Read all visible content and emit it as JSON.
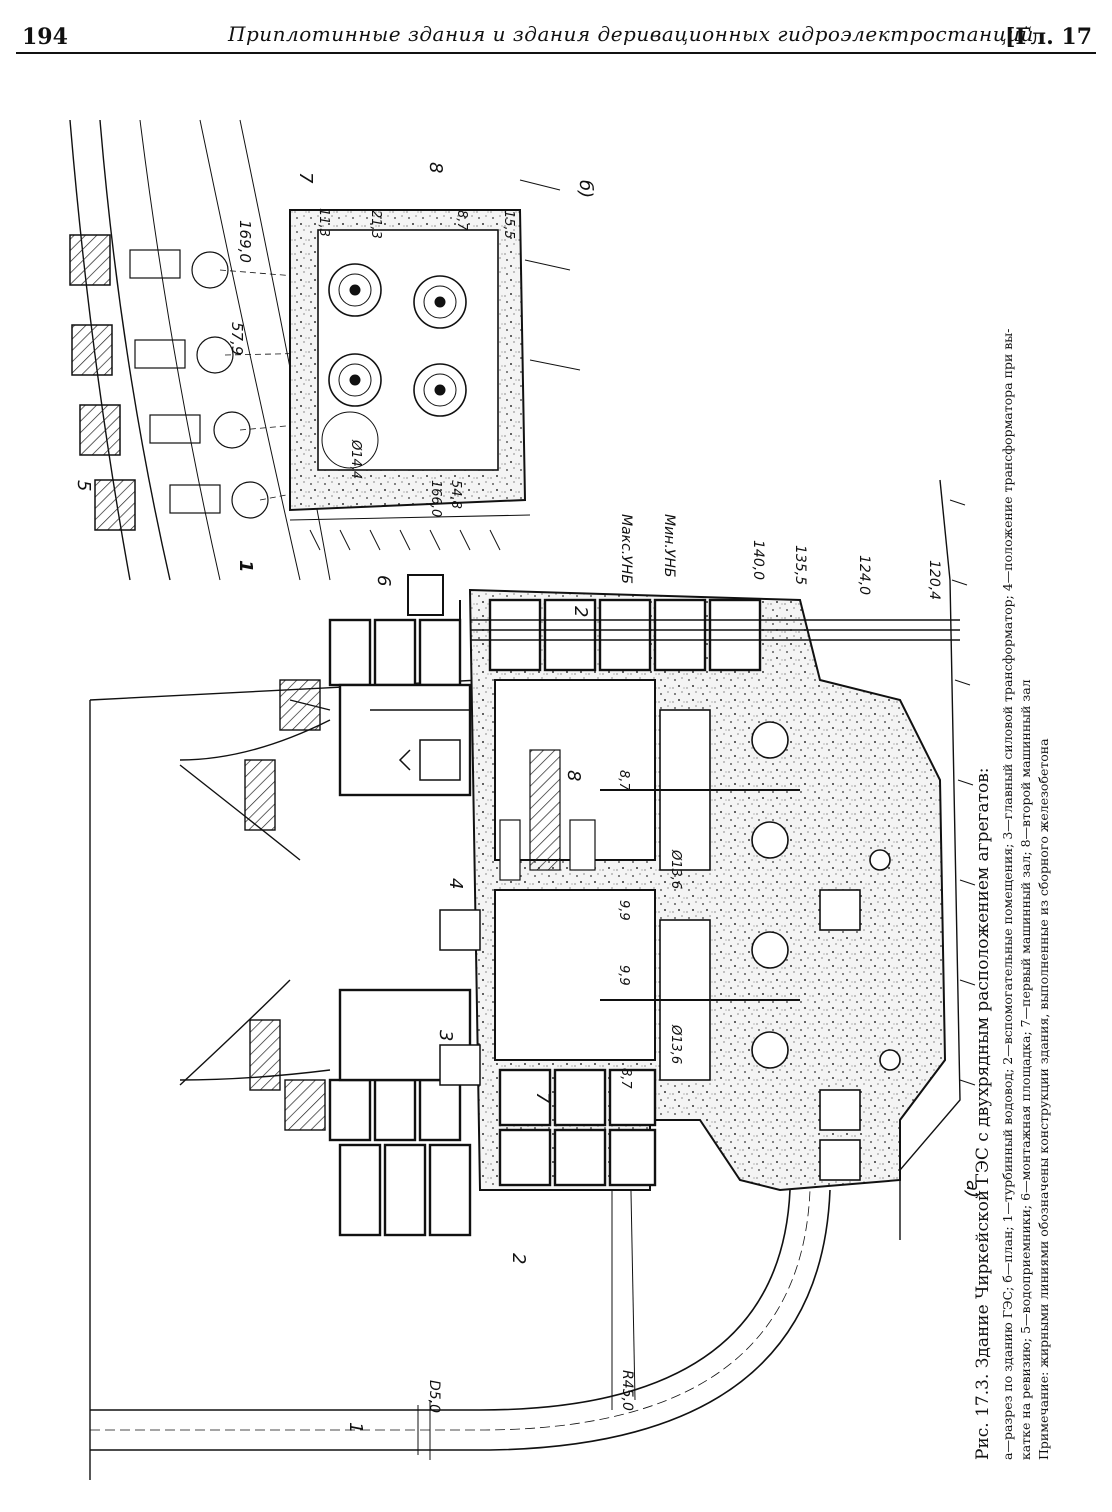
{
  "header": {
    "page_number": "194",
    "running_title": "Приплотинные здания и здания деривационных гидроэлектростанций",
    "chapter": "[Гл. 17"
  },
  "figure": {
    "panel_a_label": "а)",
    "panel_b_label": "б)",
    "section_labels": {
      "n1": "1",
      "n2a": "2",
      "n2b": "2",
      "n3": "3",
      "n4": "4",
      "n5": "5",
      "n6": "6",
      "n7": "7",
      "n8": "8",
      "plan_7": "7",
      "plan_8": "8",
      "plan_1": "1"
    },
    "elevations": {
      "max_unb": "Макс.УНБ",
      "min_unb": "Мин.УНБ",
      "e140": "140,0",
      "e135": "135,5",
      "e124": "124,0",
      "e120": "120,4",
      "e169": "169,0",
      "e166": "166,0"
    },
    "dimensions": {
      "d50": "D5,0",
      "r450": "R45,0",
      "d136_a": "Ø13,6",
      "d136_b": "Ø13,6",
      "h87_a": "8,7",
      "h87_b": "8,7",
      "h99_a": "9,9",
      "h99_b": "9,9",
      "p573": "57,9",
      "p113": "11,3",
      "p213": "21,3",
      "p87": "8,7",
      "p155": "15,5",
      "p548": "54,8",
      "p144": "Ø14,4"
    },
    "caption": {
      "title": "Рис. 17.3. Здание Чиркейской ГЭС с двухрядным расположением агрегатов:",
      "line1": "а—разрез по зданию ГЭС; б—план; 1—турбинный водовод; 2—вспомогательные помещения; 3—главный силовой трансформатор; 4—положение трансформатора при вы-",
      "line2": "катке на ревизию; 5—водоприемники; 6—монтажная площадка; 7—первый машинный зал; 8—второй машинный зал",
      "line3": "Примечание: жирными линиями обозначены конструкции здания, выполненные из сборного железобетона"
    }
  }
}
